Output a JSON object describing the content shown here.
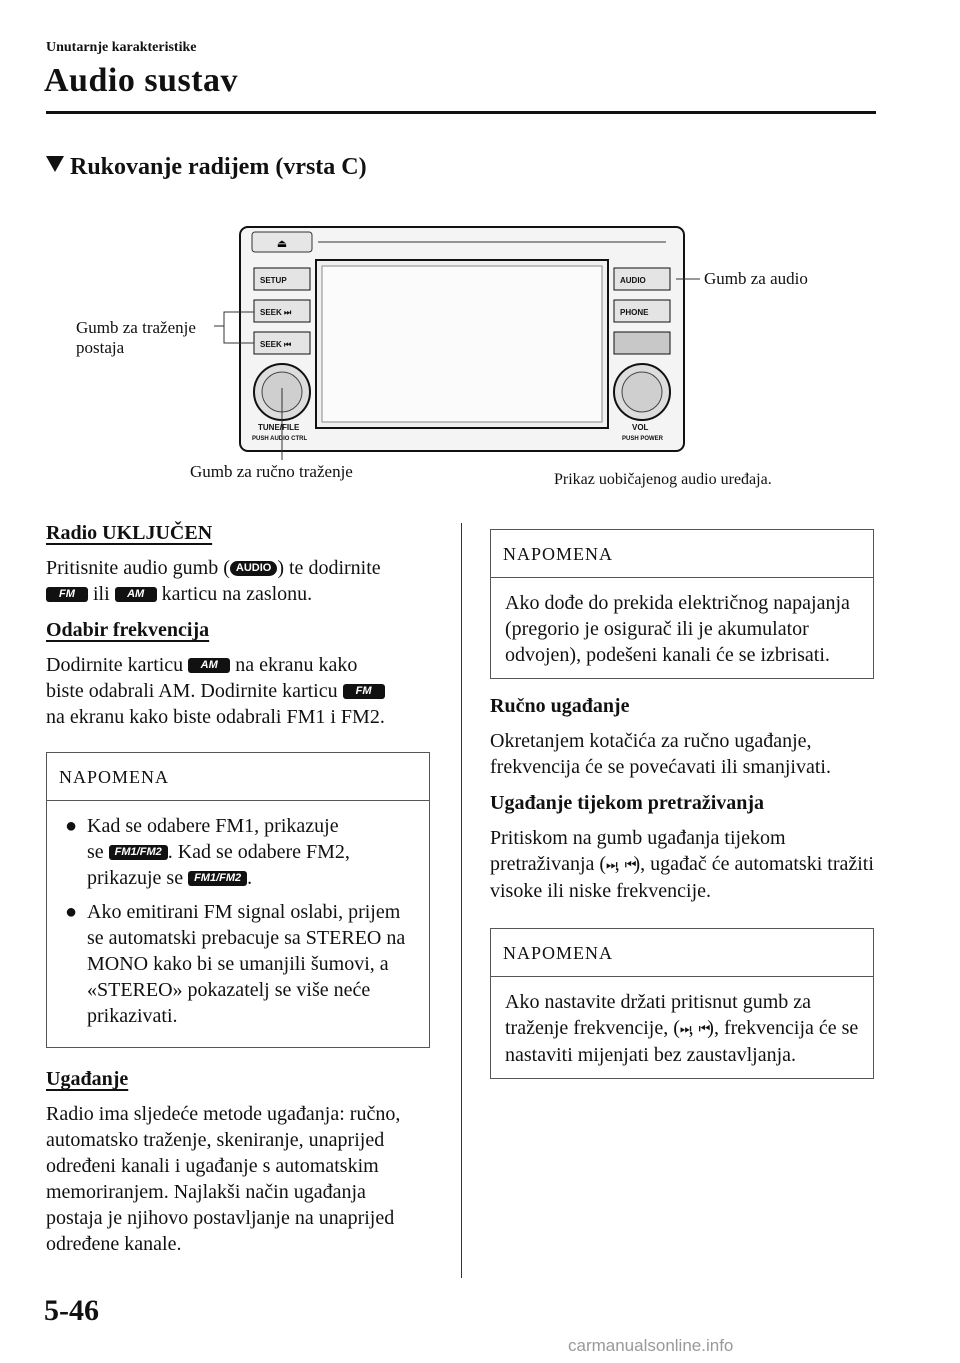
{
  "header": {
    "chapter": "Unutarnje karakteristike",
    "title": "Audio sustav"
  },
  "section_title": "Rukovanje radijem (vrsta C)",
  "figure": {
    "labels": {
      "seek": "Gumb za traženje postaja",
      "audio": "Gumb za audio",
      "manual": "Gumb za ručno traženje",
      "caption": "Prikaz uobičajenog audio uređaja."
    },
    "unit_buttons": {
      "setup": "SETUP",
      "seek_up": "SEEK ⏭",
      "seek_down": "SEEK ⏮",
      "audio": "AUDIO",
      "phone": "PHONE",
      "tune": "TUNE/FILE",
      "tune_sub": "PUSH AUDIO CTRL",
      "vol": "VOL",
      "vol_sub": "PUSH POWER",
      "eject": "⏏"
    }
  },
  "keys": {
    "audio": "AUDIO",
    "fm": "FM",
    "am": "AM",
    "fm1fm2": "FM1/FM2"
  },
  "left": {
    "s1_title": "Radio UKLJUČEN",
    "s1_p_a": "Pritisnite audio gumb (",
    "s1_p_b": ") te dodirnite",
    "s1_p_c": "ili",
    "s1_p_d": "karticu na zaslonu.",
    "s2_title": "Odabir frekvencija",
    "s2_a": "Dodirnite karticu",
    "s2_b": "na ekranu kako",
    "s2_c": "biste odabrali AM. Dodirnite karticu",
    "s2_d": "na ekranu kako biste odabrali FM1 i FM2.",
    "note_head": "NAPOMENA",
    "n1_a": "Kad se odabere FM1, prikazuje",
    "n1_b": "se",
    "n1_c": ". Kad se odabere FM2,",
    "n1_d": "prikazuje se",
    "n1_e": ".",
    "n2": "Ako emitirani FM signal oslabi, prijem se automatski prebacuje sa STEREO na MONO kako bi se umanjili šumovi, a «STEREO» pokazatelj se više neće prikazivati.",
    "s3_title": "Ugađanje",
    "s3_p": "Radio ima sljedeće metode ugađanja: ručno, automatsko traženje, skeniranje, unaprijed određeni kanali i ugađanje s automatskim memoriranjem. Najlakši način ugađanja postaja je njihovo postavljanje na unaprijed određene kanale."
  },
  "right": {
    "note1_head": "NAPOMENA",
    "note1_body": "Ako dođe do prekida električnog napajanja (pregorio je osigurač ili je akumulator odvojen), podešeni kanali će se izbrisati.",
    "s4_title": "Ručno ugađanje",
    "s4_p": "Okretanjem kotačića za ručno ugađanje, frekvencija će se povećavati ili smanjivati.",
    "s5_title": "Ugađanje tijekom pretraživanja",
    "s5_a": "Pritiskom na gumb ugađanja tijekom pretraživanja (",
    "s5_sep": ",",
    "s5_b": "), ugađač će automatski tražiti visoke ili niske frekvencije.",
    "note2_head": "NAPOMENA",
    "note2_a": "Ako nastavite držati pritisnut gumb za traženje frekvencije, (",
    "note2_sep": ",",
    "note2_b": "), frekvencija će se nastaviti mijenjati bez zaustavljanja."
  },
  "icons": {
    "next": "⏭",
    "prev": "⏮"
  },
  "page_number": "5-46",
  "footer": "carmanualsonline.info"
}
